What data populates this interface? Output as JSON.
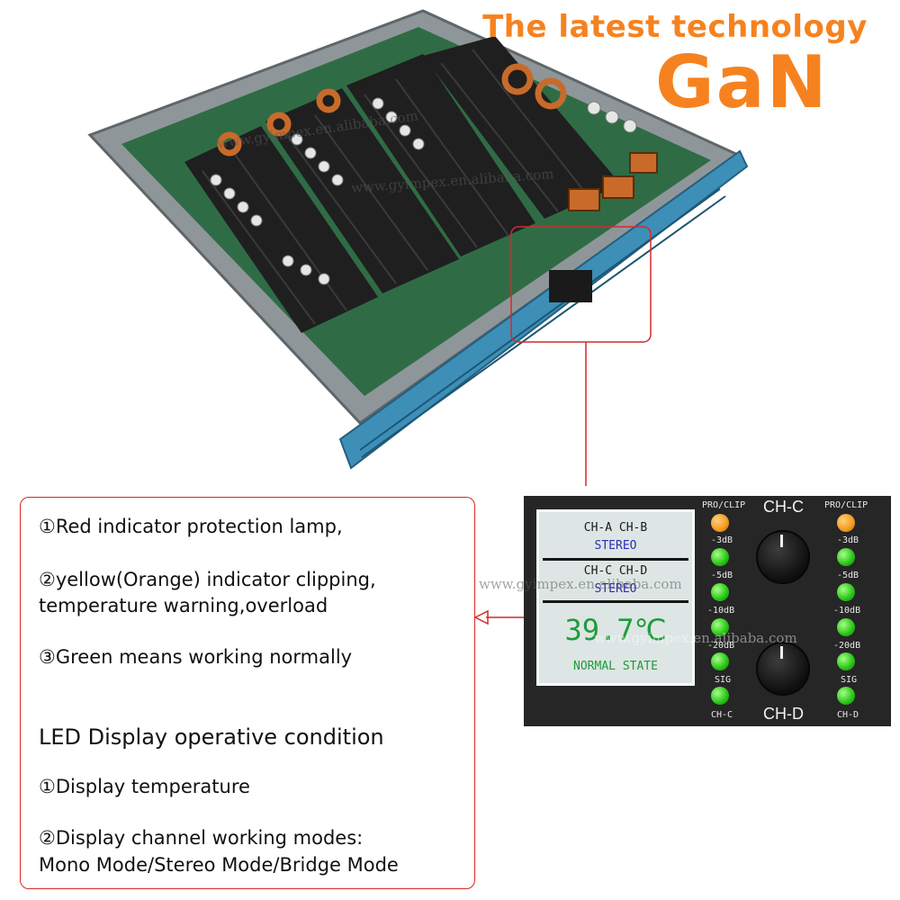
{
  "header": {
    "tagline": "The latest technology",
    "technology": "GaN"
  },
  "watermarks": {
    "photo_1": "www.gyimpex.en.alibaba.com",
    "photo_2": "www.gyimpex.en.alibaba.com",
    "panel_1": "www.gyimpex.en.alibaba.com",
    "panel_2": "www.gyimpex.en.alibaba.com"
  },
  "callout": {
    "indicators": [
      "①Red indicator protection lamp,",
      "②yellow(Orange) indicator clipping,",
      "temperature warning,overload",
      "③Green means working normally"
    ],
    "led_section_title": "LED Display operative condition",
    "led_items": [
      "①Display temperature",
      "②Display channel working modes:",
      "Mono Mode/Stereo Mode/Bridge Mode"
    ]
  },
  "panel": {
    "lcd": {
      "line1": "CH-A CH-B",
      "line2": "STEREO",
      "line3": "CH-C CH-D",
      "line4": "STEREO",
      "temperature": "39.7℃",
      "state": "NORMAL STATE"
    },
    "left_column": {
      "pro_clip": "PRO/CLIP",
      "levels": [
        "-3dB",
        "-5dB",
        "-10dB",
        "-20dB",
        "SIG"
      ],
      "channel": "CH-C"
    },
    "right_column": {
      "pro_clip": "PRO/CLIP",
      "levels": [
        "-3dB",
        "-5dB",
        "-10dB",
        "-20dB",
        "SIG"
      ],
      "channel": "CH-D"
    },
    "knob_top_label": "CH-C",
    "knob_bottom_label": "CH-D"
  },
  "colors": {
    "accent_orange": "#f6821f",
    "callout_red": "#d42a2a",
    "chassis_blue": "#3d8fb8",
    "led_green": "#27c316",
    "led_orange": "#f39a1e"
  }
}
